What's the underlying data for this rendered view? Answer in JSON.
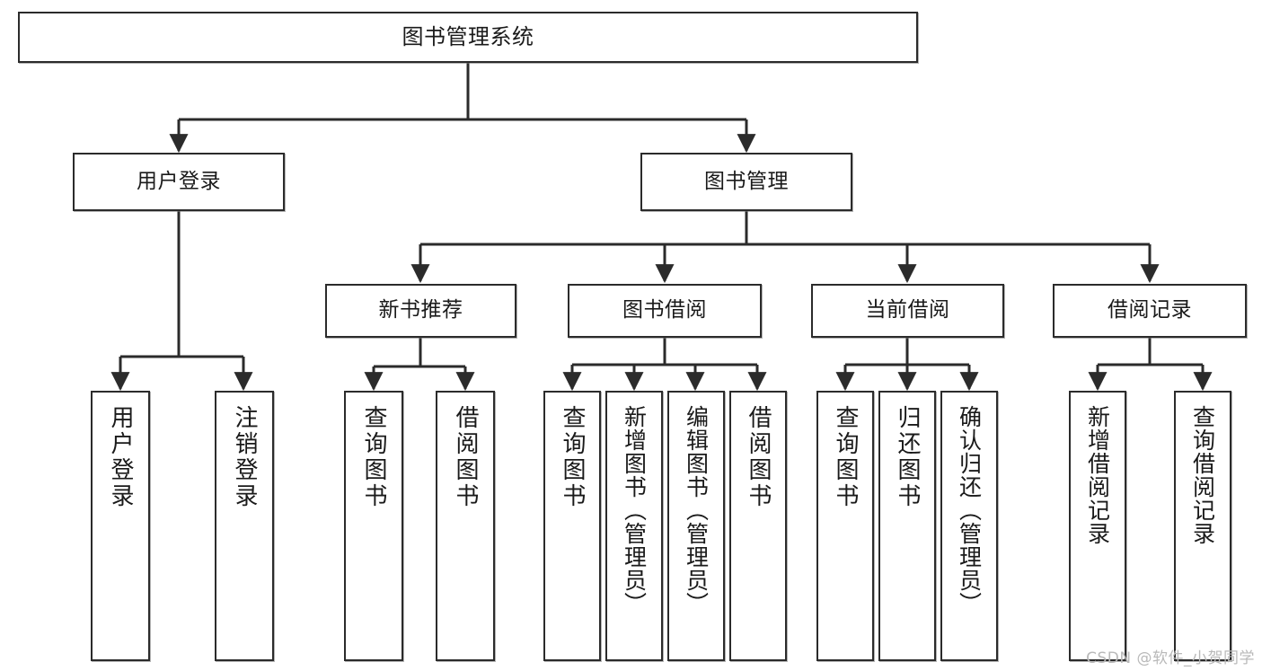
{
  "diagram": {
    "title": "图书管理系统",
    "type": "tree-hierarchy",
    "orientation": "top-down",
    "colors": {
      "box_border": "#2b2b2b",
      "box_fill": "#ffffff",
      "edge": "#2b2b2b",
      "text": "#1a1a1a",
      "watermark": "#b9b9b9"
    }
  },
  "nodes": {
    "root": {
      "label": "图书管理系统"
    },
    "level2": [
      {
        "label": "用户登录"
      },
      {
        "label": "图书管理"
      }
    ],
    "level3": [
      {
        "label": "新书推荐"
      },
      {
        "label": "图书借阅"
      },
      {
        "label": "当前借阅"
      },
      {
        "label": "借阅记录"
      }
    ],
    "leaves_user_login": [
      {
        "label": "用户登录"
      },
      {
        "label": "注销登录"
      }
    ],
    "leaves_new_book": [
      {
        "label": "查询图书"
      },
      {
        "label": "借阅图书"
      }
    ],
    "leaves_borrow": [
      {
        "label": "查询图书"
      },
      {
        "label": "新增图书（管理员）"
      },
      {
        "label": "编辑图书（管理员）"
      },
      {
        "label": "借阅图书"
      }
    ],
    "leaves_current": [
      {
        "label": "查询图书"
      },
      {
        "label": "归还图书"
      },
      {
        "label": "确认归还（管理员）"
      }
    ],
    "leaves_records": [
      {
        "label": "新增借阅记录"
      },
      {
        "label": "查询借阅记录"
      }
    ]
  },
  "watermark": {
    "text": "CSDN @软件_小贺同学"
  }
}
